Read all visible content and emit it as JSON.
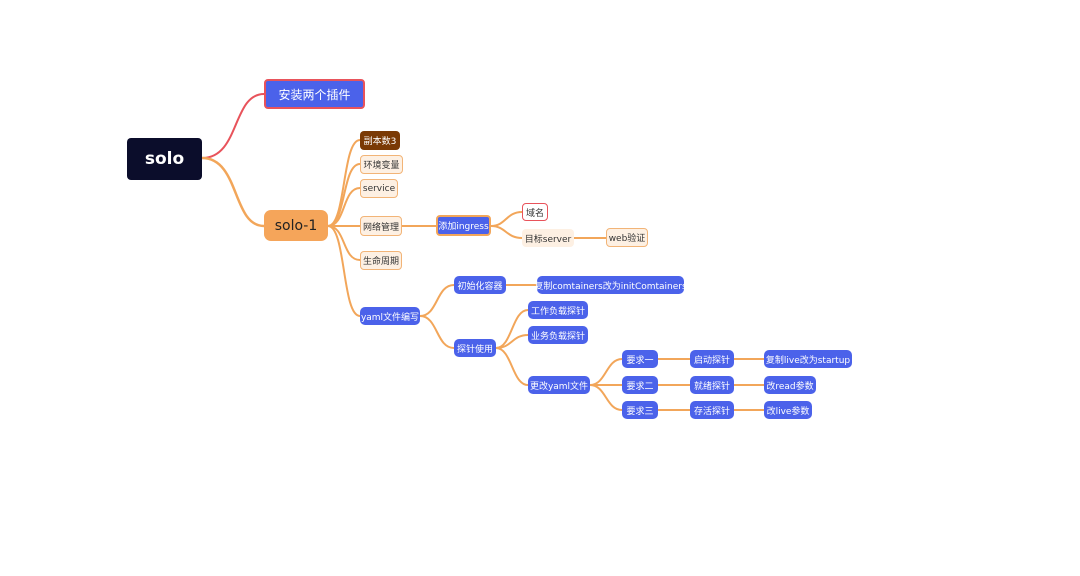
{
  "mindmap": {
    "root": "solo",
    "branch_plugins": "安装两个插件",
    "branch_solo1": "solo-1",
    "replicas": "副本数3",
    "env_vars": "环境变量",
    "service": "service",
    "network": "网络管理",
    "add_ingress": "添加ingress",
    "domain": "域名",
    "target_server": "目标server",
    "web_verify": "web验证",
    "lifecycle": "生命周期",
    "yaml_write": "yaml文件编写",
    "init_container": "初始化容器",
    "copy_containers": "复制comtainers改为initComtainers",
    "probe_use": "探针使用",
    "workload_probe": "工作负载探针",
    "business_probe": "业务负载探针",
    "modify_yaml": "更改yaml文件",
    "req1": "要求一",
    "req2": "要求二",
    "req3": "要求三",
    "startup_probe": "启动探针",
    "readiness_probe": "就绪探针",
    "liveness_probe": "存活探针",
    "copy_live_startup": "复制live改为startup",
    "change_read": "改read参数",
    "change_live": "改live参数"
  },
  "colors": {
    "root_fill": "#0b0d2b",
    "primary_blue": "#4b62ea",
    "orange": "#f5a55a",
    "brown": "#7a3a05",
    "peach": "#fdf0e3",
    "red_edge": "#e8535b",
    "orange_edge": "#f2a65a"
  }
}
